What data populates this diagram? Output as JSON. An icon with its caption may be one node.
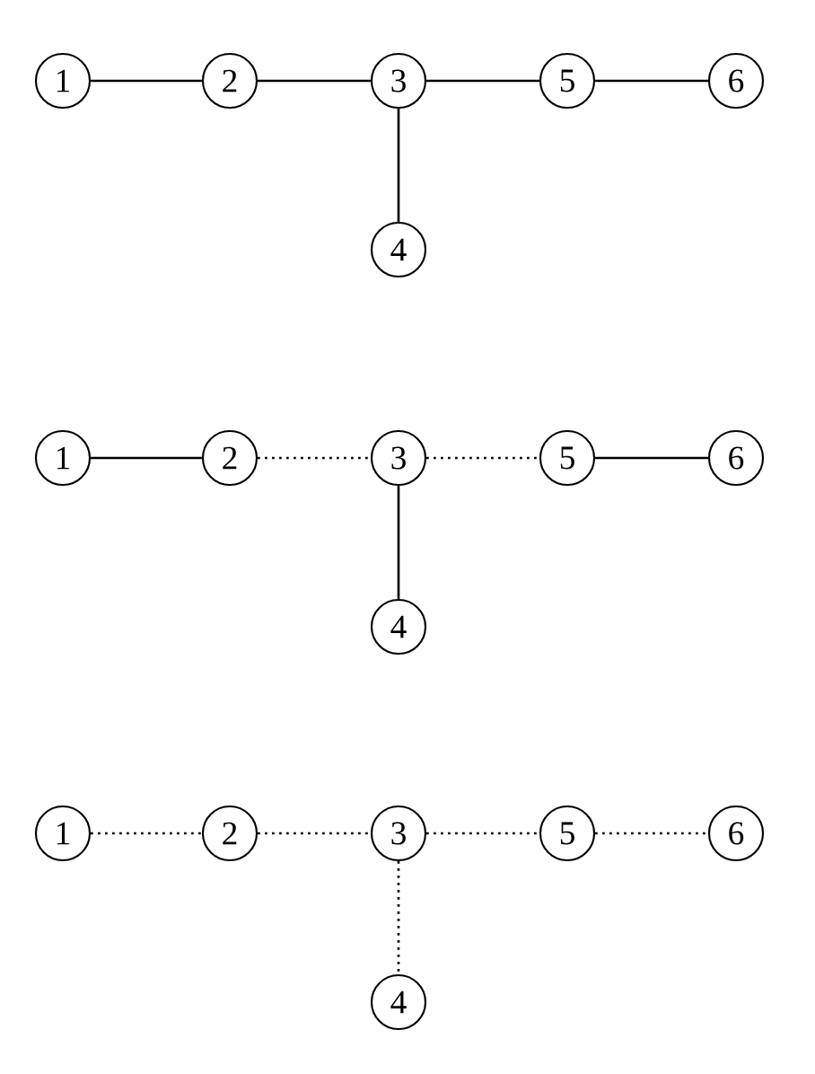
{
  "diagram": {
    "nodes": [
      {
        "text": [
          "1"
        ]
      },
      {
        "text": [
          "2"
        ]
      },
      {
        "text": [
          "3"
        ]
      },
      {
        "text": [
          "5"
        ]
      },
      {
        "text": [
          "6"
        ]
      },
      {
        "text": [
          "4"
        ]
      },
      {
        "text": [
          "1"
        ]
      },
      {
        "text": [
          "2"
        ]
      },
      {
        "text": [
          "3"
        ]
      },
      {
        "text": [
          "5"
        ]
      },
      {
        "text": [
          "6"
        ]
      },
      {
        "text": [
          "4"
        ]
      },
      {
        "text": [
          "1"
        ]
      },
      {
        "text": [
          "2"
        ]
      },
      {
        "text": [
          "3"
        ]
      },
      {
        "text": [
          "5"
        ]
      },
      {
        "text": [
          "6"
        ]
      },
      {
        "text": [
          "4"
        ]
      }
    ],
    "edges": [
      {
        "from": 0,
        "to": 1,
        "arrow": "none"
      },
      {
        "from": 1,
        "to": 2,
        "arrow": "none"
      },
      {
        "from": 2,
        "to": 3,
        "arrow": "none"
      },
      {
        "from": 3,
        "to": 4,
        "arrow": "none"
      },
      {
        "from": 2,
        "to": 5,
        "arrow": "none"
      },
      {
        "from": 6,
        "to": 7,
        "arrow": "none"
      },
      {
        "from": 7,
        "to": 8,
        "arrow": "none",
        "style": "dashed"
      },
      {
        "from": 8,
        "to": 9,
        "arrow": "none",
        "style": "dashed"
      },
      {
        "from": 9,
        "to": 10,
        "arrow": "none"
      },
      {
        "from": 8,
        "to": 11,
        "arrow": "none"
      },
      {
        "from": 12,
        "to": 13,
        "arrow": "none",
        "style": "dashed"
      },
      {
        "from": 13,
        "to": 14,
        "arrow": "none",
        "style": "dashed"
      },
      {
        "from": 14,
        "to": 15,
        "arrow": "none",
        "style": "dashed"
      },
      {
        "from": 15,
        "to": 16,
        "arrow": "none",
        "style": "dashed"
      },
      {
        "from": 14,
        "to": 17,
        "arrow": "none",
        "style": "dashed"
      }
    ]
  }
}
